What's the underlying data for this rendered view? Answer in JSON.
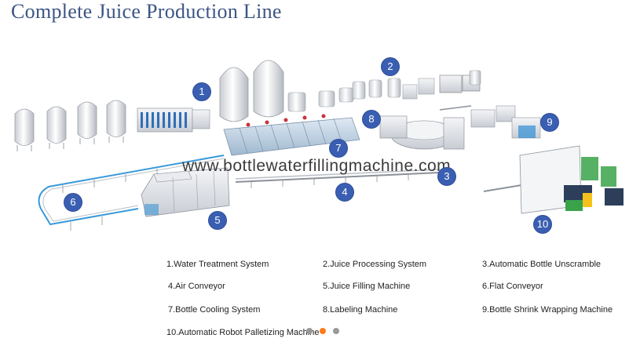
{
  "title": "Complete Juice Production Line",
  "watermark": "www.bottlewaterfillingmachine.com",
  "badges": [
    "1",
    "2",
    "3",
    "4",
    "5",
    "6",
    "7",
    "8",
    "9",
    "10"
  ],
  "legend": [
    "1.Water Treatment System",
    "2.Juice Processing System",
    "3.Automatic Bottle Unscramble",
    "4.Air Conveyor",
    "5.Juice Filling Machine",
    "6.Flat Conveyor",
    "7.Bottle Cooling System",
    "8.Labeling Machine",
    "9.Bottle Shrink Wrapping Machine",
    "10.Automatic Robot Palletizing Machine"
  ],
  "carousel": {
    "slide_count": 3,
    "active_index": 1
  },
  "colors": {
    "badge": "#3a5fb2",
    "title": "#3c5584",
    "conveyor_accent": "#2f8fd6",
    "dot_active": "#ff7a1a",
    "dot_inactive": "#999999"
  }
}
